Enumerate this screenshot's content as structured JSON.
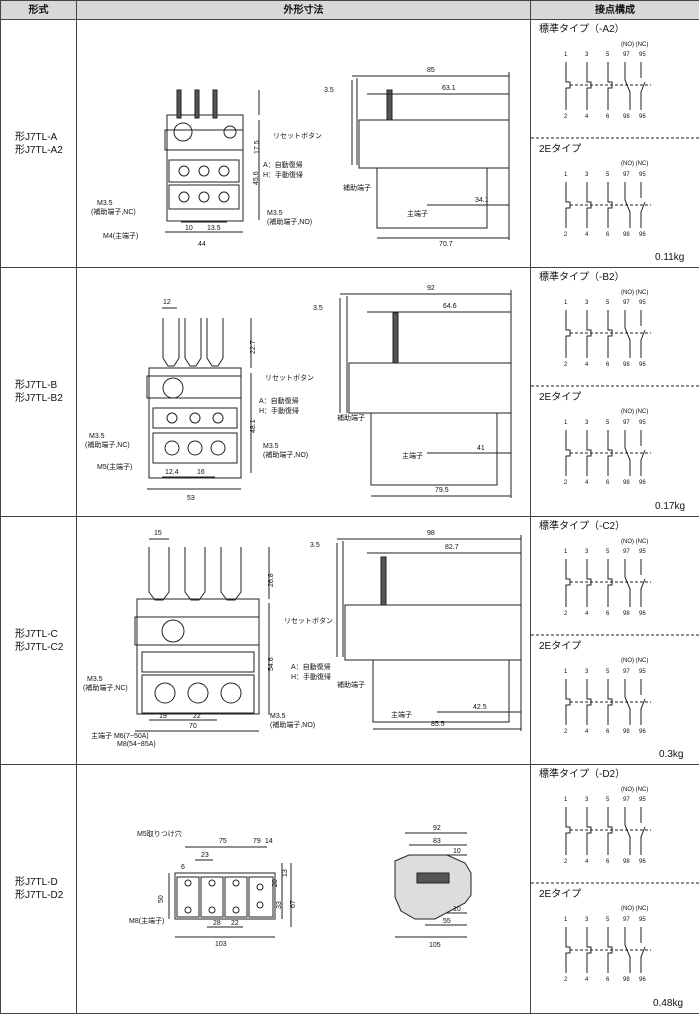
{
  "headers": {
    "model": "形式",
    "dims": "外形寸法",
    "contacts": "接点構成"
  },
  "common": {
    "reset_button": "リセットボタン",
    "mode_a": "A：自動復帰",
    "mode_h": "H：手動復帰",
    "aux_terminal": "補助端子",
    "main_terminal": "主端子",
    "nc_label": "M3.5",
    "nc_sub": "(補助端子,NC)",
    "no_label": "M3.5",
    "no_sub": "(補助端子,NO)",
    "type_2e": "2Eタイプ",
    "terms_top": [
      "1",
      "3",
      "5",
      "97",
      "95"
    ],
    "terms_bottom": [
      "2",
      "4",
      "6",
      "98",
      "96"
    ],
    "no_nc": "(NO) (NC)"
  },
  "rows": [
    {
      "model_lines": [
        "形J7TL-A",
        "形J7TL-A2"
      ],
      "std_type": "標準タイプ（-A2）",
      "weight": "0.11kg",
      "front": {
        "main_terminal": "M4(主端子)",
        "dims": [
          "17.5",
          "45.6",
          "10",
          "13.5",
          "44"
        ]
      },
      "side": {
        "dims": [
          "3.5",
          "85",
          "63.1",
          "34.1",
          "70.7"
        ]
      }
    },
    {
      "model_lines": [
        "形J7TL-B",
        "形J7TL-B2"
      ],
      "std_type": "標準タイプ（-B2）",
      "weight": "0.17kg",
      "front": {
        "main_terminal": "M5(主端子)",
        "dims": [
          "12",
          "22.7",
          "48.1",
          "12.4",
          "16",
          "53"
        ]
      },
      "side": {
        "dims": [
          "3.5",
          "92",
          "64.6",
          "41",
          "79.5"
        ]
      }
    },
    {
      "model_lines": [
        "形J7TL-C",
        "形J7TL-C2"
      ],
      "std_type": "標準タイプ（-C2）",
      "weight": "0.3kg",
      "front": {
        "main_terminal": "主端子 M6(7~50A)",
        "main_terminal2": "M8(54~85A)",
        "dims": [
          "15",
          "26.8",
          "54.6",
          "19",
          "22",
          "70"
        ]
      },
      "side": {
        "dims": [
          "3.5",
          "98",
          "82.7",
          "42.5",
          "85.5"
        ]
      }
    },
    {
      "model_lines": [
        "形J7TL-D",
        "形J7TL-D2"
      ],
      "std_type": "標準タイプ（-D2）",
      "weight": "0.48kg",
      "front": {
        "mount_hole": "M5取りつけ穴",
        "main_terminal": "M8(主端子)",
        "dims": [
          "75",
          "79",
          "14",
          "6",
          "23",
          "50",
          "20",
          "33",
          "13",
          "67",
          "28",
          "22",
          "103"
        ]
      },
      "side": {
        "dims": [
          "92",
          "83",
          "10",
          "10",
          "55",
          "105"
        ]
      }
    }
  ]
}
